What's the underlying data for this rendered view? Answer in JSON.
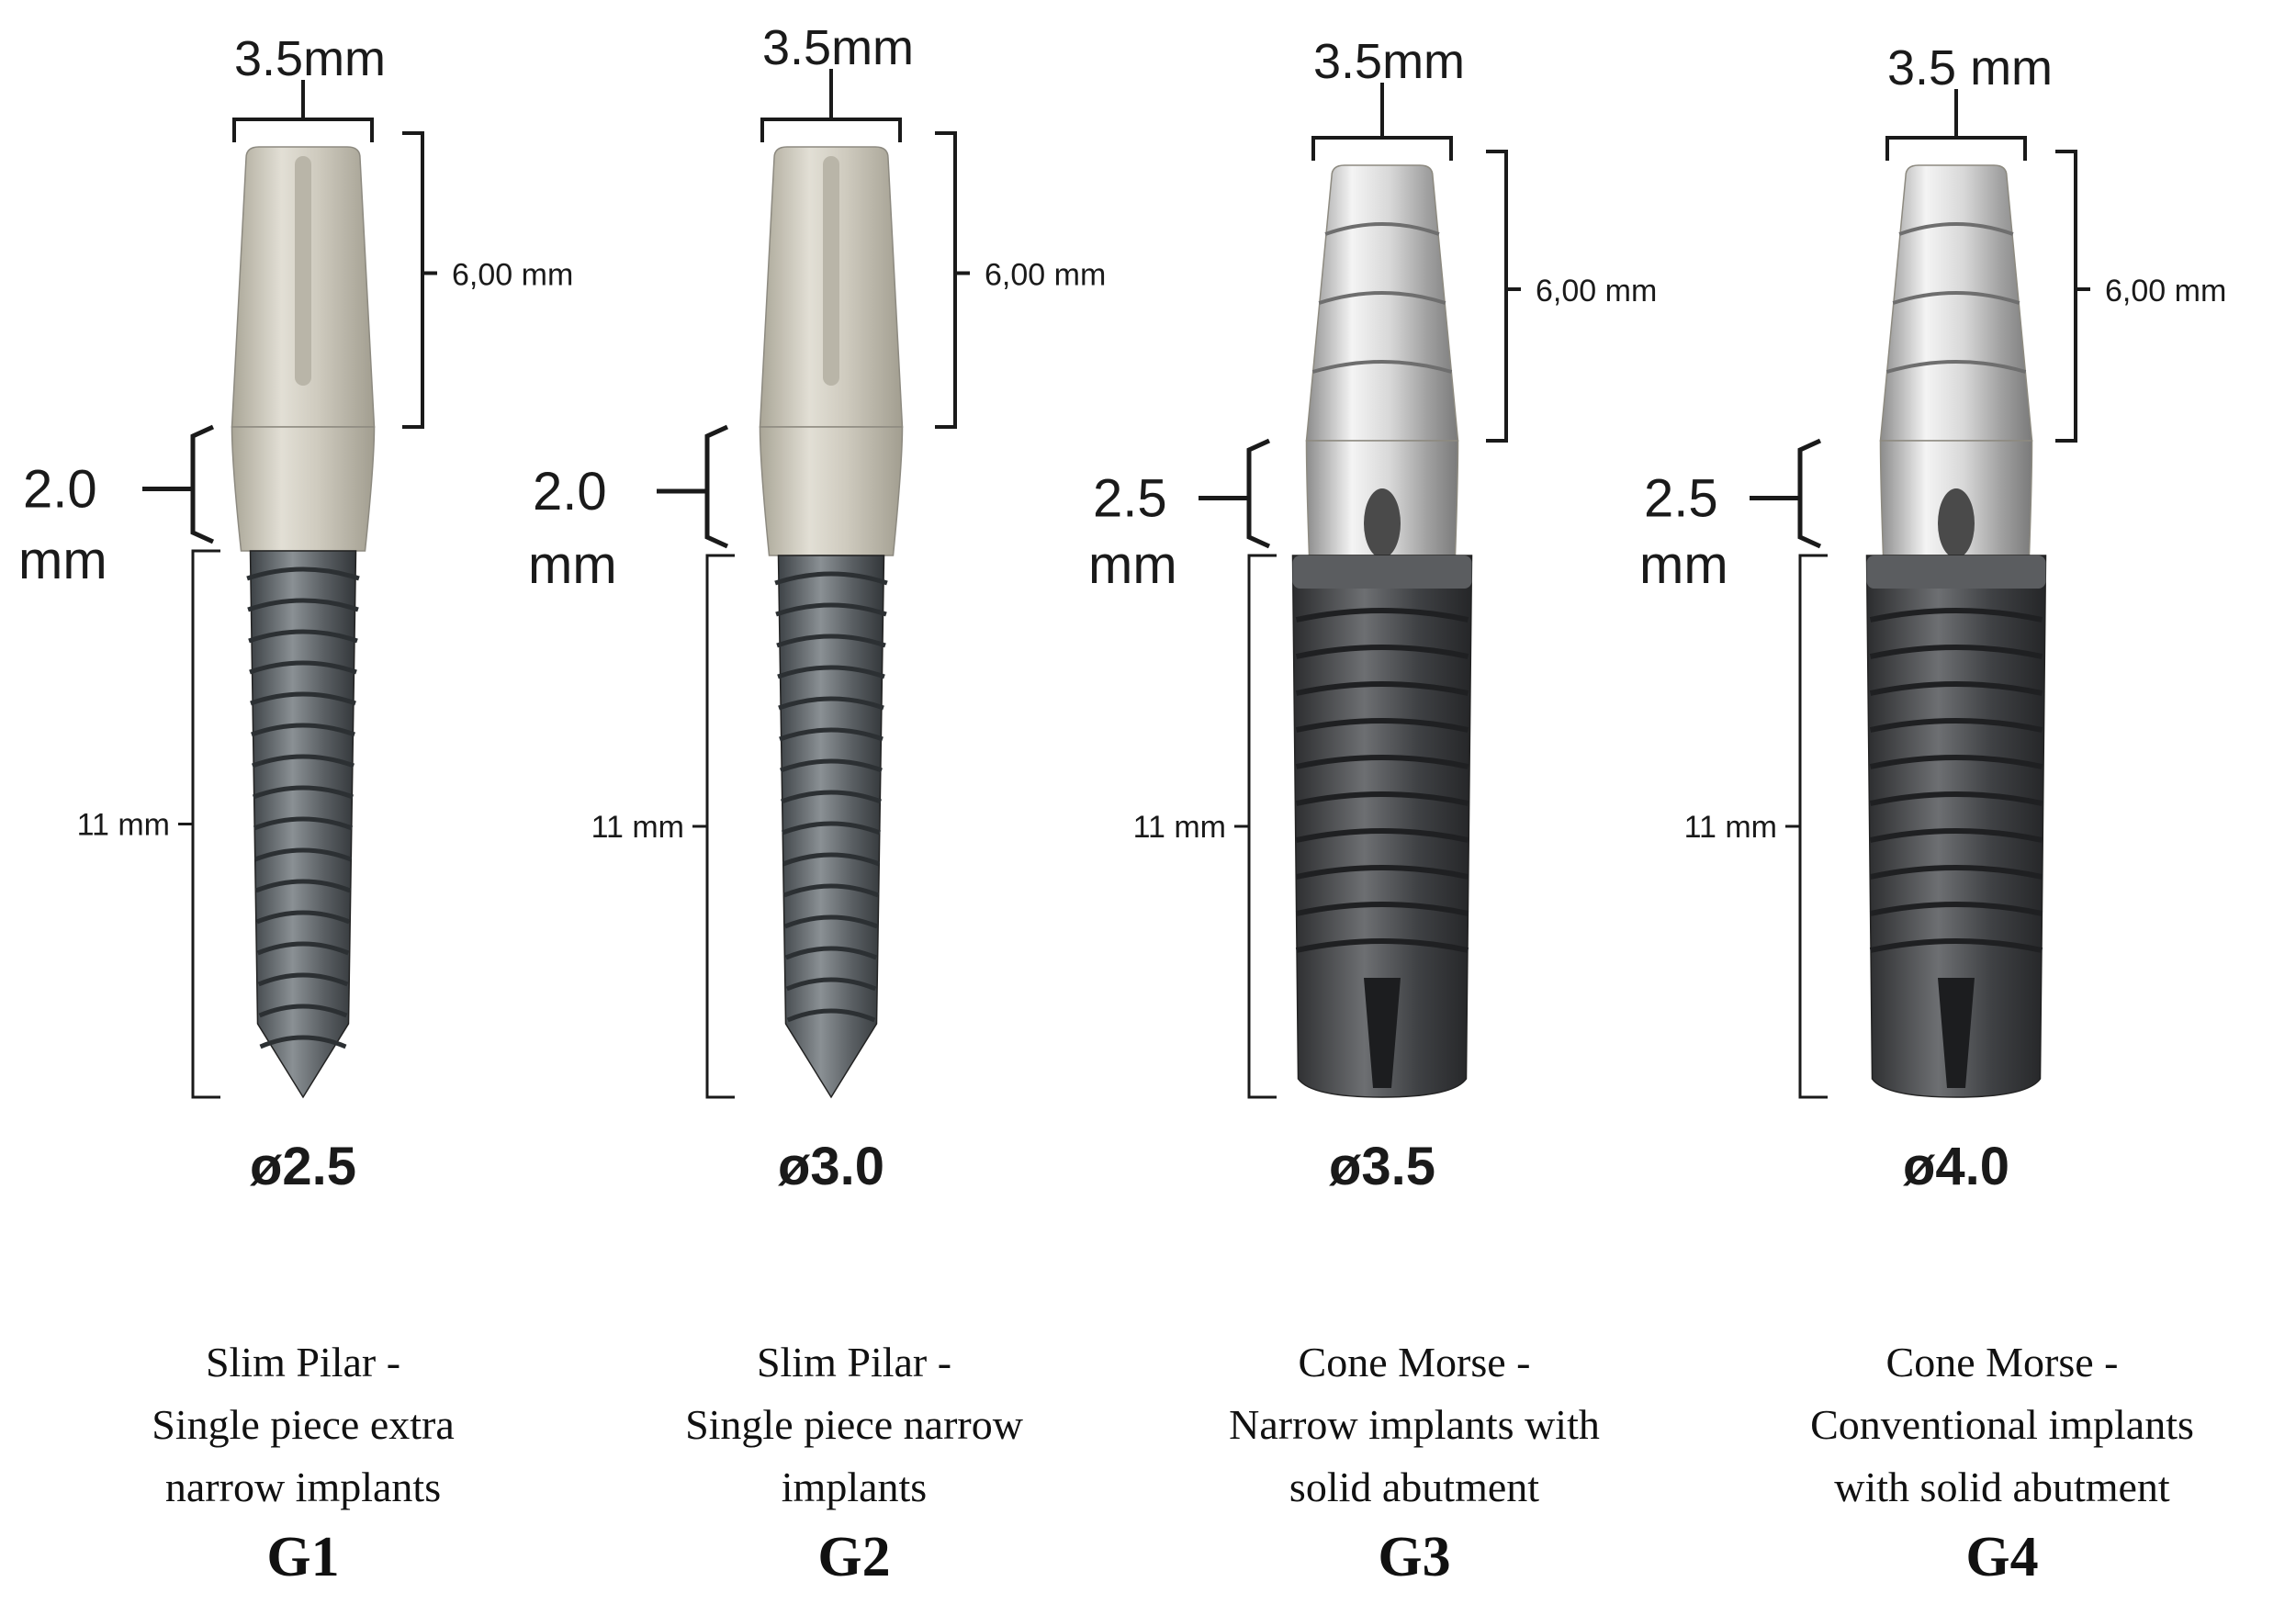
{
  "colors": {
    "abutment_matte": "#cfcbbf",
    "abutment_polished": "#d8d8d8",
    "thread_slim": "#5a5f63",
    "thread_cone": "#3f4144",
    "bracket": "#1a1a1a",
    "background": "#ffffff"
  },
  "implants": [
    {
      "group": "G1",
      "diameter_label": "ø2.5",
      "abutment_width_label": "3.5mm",
      "abutment_height_label": "6,00 mm",
      "collar_value": "2.0",
      "collar_unit": "mm",
      "body_length_label": "11 mm",
      "abutment_style": "matte",
      "body_style": "tapered-screw",
      "caption_lines": [
        "Slim Pilar -",
        "Single piece extra",
        "narrow implants"
      ]
    },
    {
      "group": "G2",
      "diameter_label": "ø3.0",
      "abutment_width_label": "3.5mm",
      "abutment_height_label": "6,00 mm",
      "collar_value": "2.0",
      "collar_unit": "mm",
      "body_length_label": "11 mm",
      "abutment_style": "matte",
      "body_style": "tapered-screw",
      "caption_lines": [
        "Slim Pilar -",
        "Single piece narrow",
        "implants"
      ]
    },
    {
      "group": "G3",
      "diameter_label": "ø3.5",
      "abutment_width_label": "3.5mm",
      "abutment_height_label": "6,00 mm",
      "collar_value": "2.5",
      "collar_unit": "mm",
      "body_length_label": "11 mm",
      "abutment_style": "polished-grooved",
      "body_style": "cylindrical",
      "caption_lines": [
        "Cone Morse -",
        "Narrow implants with",
        "solid abutment"
      ]
    },
    {
      "group": "G4",
      "diameter_label": "ø4.0",
      "abutment_width_label": "3.5 mm",
      "abutment_height_label": "6,00 mm",
      "collar_value": "2.5",
      "collar_unit": "mm",
      "body_length_label": "11 mm",
      "abutment_style": "polished-grooved",
      "body_style": "cylindrical",
      "caption_lines": [
        "Cone Morse -",
        "Conventional implants",
        "with solid abutment"
      ]
    }
  ]
}
